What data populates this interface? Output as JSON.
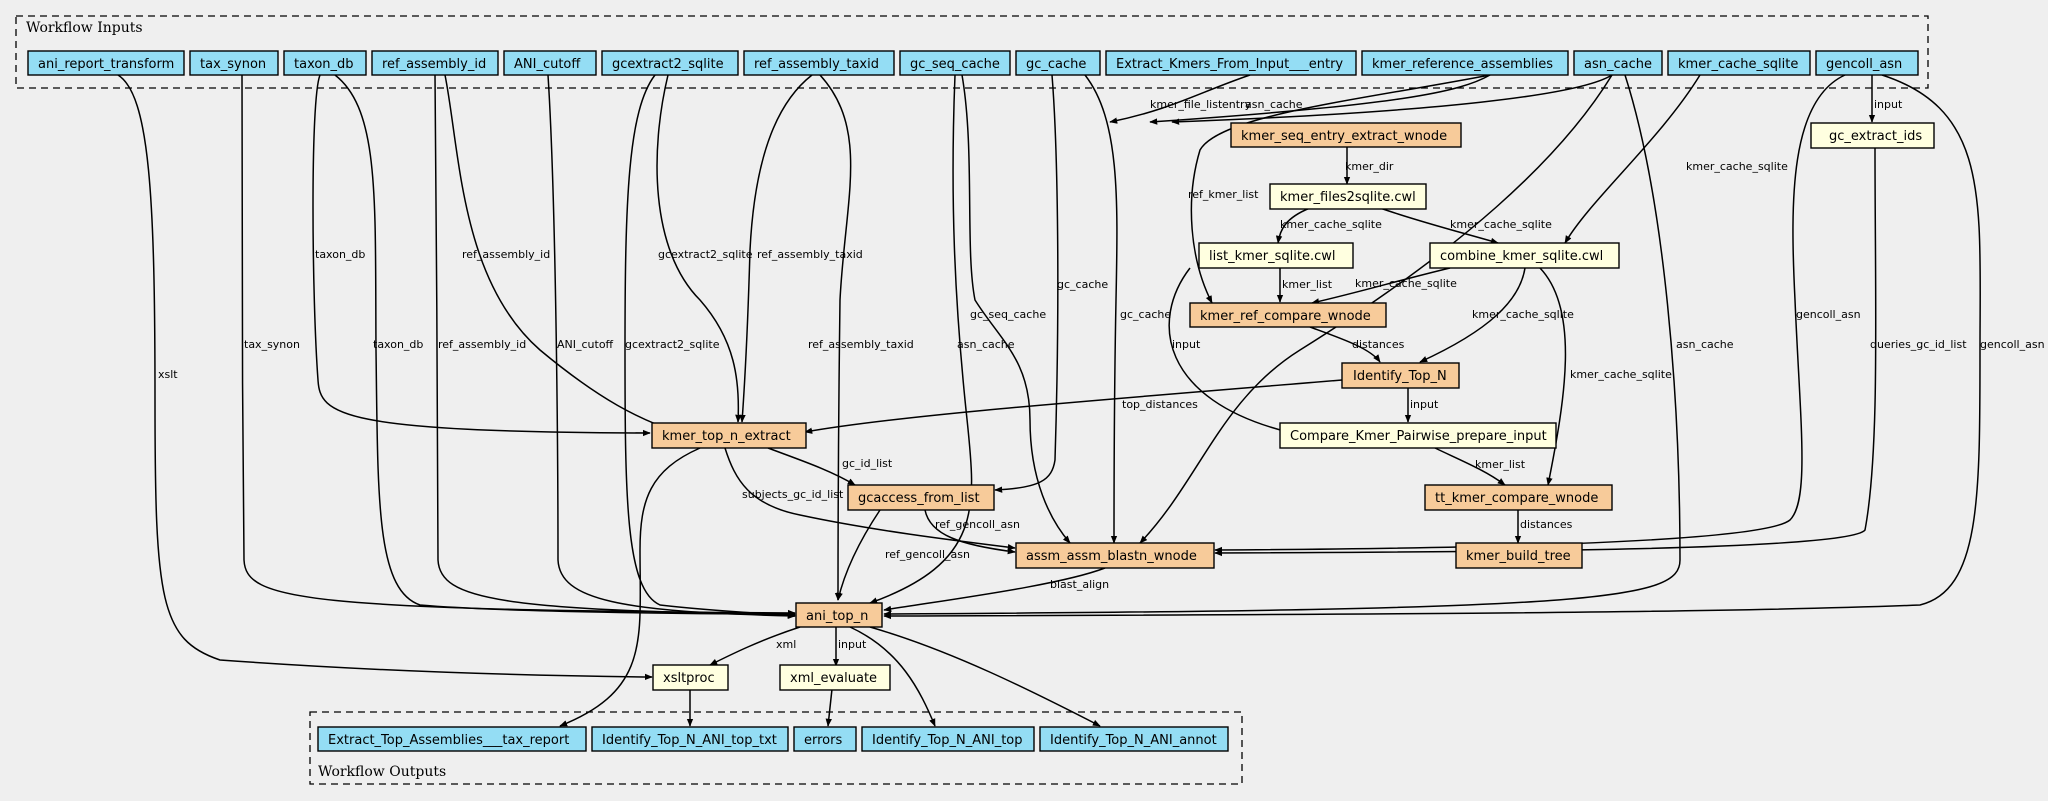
{
  "clusters": {
    "inputs_title": "Workflow Inputs",
    "outputs_title": "Workflow Outputs"
  },
  "nodes": {
    "ani_report_transform": "ani_report_transform",
    "tax_synon": "tax_synon",
    "taxon_db": "taxon_db",
    "ref_assembly_id": "ref_assembly_id",
    "ANI_cutoff": "ANI_cutoff",
    "gcextract2_sqlite": "gcextract2_sqlite",
    "ref_assembly_taxid": "ref_assembly_taxid",
    "gc_seq_cache": "gc_seq_cache",
    "gc_cache": "gc_cache",
    "Extract_Kmers_From_Input___entry": "Extract_Kmers_From_Input___entry",
    "kmer_reference_assemblies": "kmer_reference_assemblies",
    "asn_cache": "asn_cache",
    "kmer_cache_sqlite": "kmer_cache_sqlite",
    "gencoll_asn": "gencoll_asn",
    "kmer_seq_entry_extract_wnode": "kmer_seq_entry_extract_wnode",
    "gc_extract_ids": "gc_extract_ids",
    "kmer_files2sqlite": "kmer_files2sqlite.cwl",
    "list_kmer_sqlite": "list_kmer_sqlite.cwl",
    "combine_kmer_sqlite": "combine_kmer_sqlite.cwl",
    "kmer_ref_compare_wnode": "kmer_ref_compare_wnode",
    "Identify_Top_N": "Identify_Top_N",
    "kmer_top_n_extract": "kmer_top_n_extract",
    "Compare_Kmer_Pairwise_prepare_input": "Compare_Kmer_Pairwise_prepare_input",
    "gcaccess_from_list": "gcaccess_from_list",
    "tt_kmer_compare_wnode": "tt_kmer_compare_wnode",
    "assm_assm_blastn_wnode": "assm_assm_blastn_wnode",
    "kmer_build_tree": "kmer_build_tree",
    "ani_top_n": "ani_top_n",
    "xsltproc": "xsltproc",
    "xml_evaluate": "xml_evaluate",
    "Extract_Top_Assemblies___tax_report": "Extract_Top_Assemblies___tax_report",
    "Identify_Top_N_ANI_top_txt": "Identify_Top_N_ANI_top_txt",
    "errors": "errors",
    "Identify_Top_N_ANI_top": "Identify_Top_N_ANI_top",
    "Identify_Top_N_ANI_annot": "Identify_Top_N_ANI_annot"
  },
  "edge_labels": {
    "entry": "entry",
    "kmer_file_list": "kmer_file_list",
    "asn_cache": "asn_cache",
    "input": "input",
    "kmer_dir": "kmer_dir",
    "kmer_cache_sqlite": "kmer_cache_sqlite",
    "ref_kmer_list": "ref_kmer_list",
    "kmer_list": "kmer_list",
    "taxon_db": "taxon_db",
    "ref_assembly_id": "ref_assembly_id",
    "gcextract2_sqlite": "gcextract2_sqlite",
    "ref_assembly_taxid": "ref_assembly_taxid",
    "gc_cache": "gc_cache",
    "gc_seq_cache": "gc_seq_cache",
    "distances": "distances",
    "top_distances": "top_distances",
    "xslt": "xslt",
    "tax_synon": "tax_synon",
    "ANI_cutoff": "ANI_cutoff",
    "gencoll_asn": "gencoll_asn",
    "queries_gc_id_list": "queries_gc_id_list",
    "gc_id_list": "gc_id_list",
    "subjects_gc_id_list": "subjects_gc_id_list",
    "ref_gencoll_asn": "ref_gencoll_asn",
    "blast_align": "blast_align",
    "xml": "xml"
  }
}
